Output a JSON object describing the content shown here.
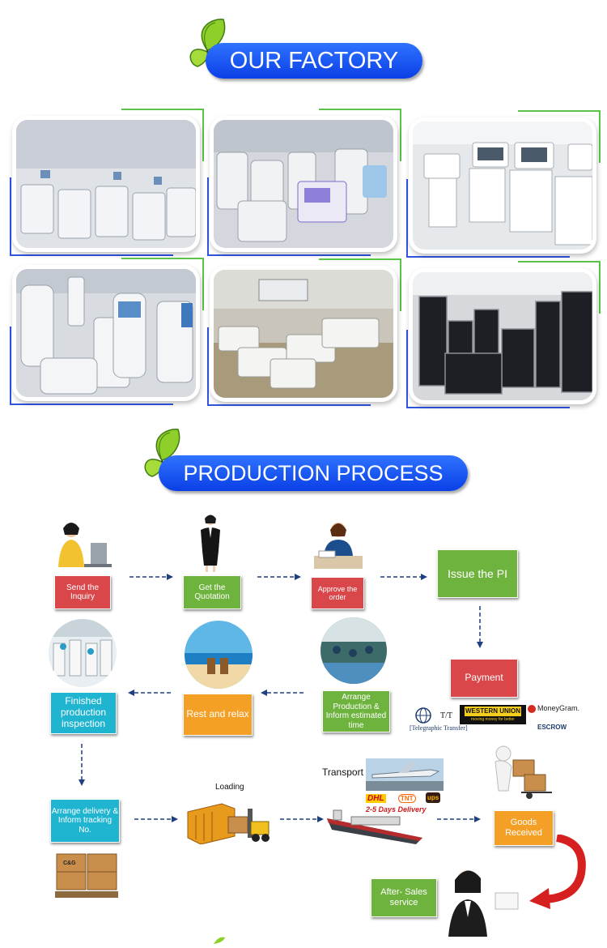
{
  "factory": {
    "title": "OUR FACTORY"
  },
  "process": {
    "title": "PRODUCTION PROCESS",
    "steps": {
      "send_inquiry": "Send the Inquiry",
      "get_quotation": "Get the Quotation",
      "approve_order": "Approve the order",
      "issue_pi": "Issue the PI",
      "payment": "Payment",
      "arrange_production": "Arrange Production & Inform estimated time",
      "rest_relax": "Rest and relax",
      "finished_inspection": "Finished production inspection",
      "arrange_delivery": "Arrange delivery & Inform tracking No.",
      "goods_received": "Goods Received",
      "after_sales": "After- Sales service"
    },
    "labels": {
      "loading": "Loading",
      "transport": "Transport",
      "delivery_days": "2-5 Days Delivery",
      "tt_short": "T/T",
      "tt_long": "[Telegraphic Transfer]",
      "western_union": "WESTERN UNION",
      "western_union_tag": "moving money for better",
      "moneygram": "MoneyGram.",
      "escrow": "ESCROW",
      "dhl": "DHL",
      "tnt": "TNT",
      "ups": "ups",
      "carton_mark": "C&G"
    }
  },
  "colors": {
    "red": "#d9474a",
    "green": "#6fb33f",
    "orange": "#f4a027",
    "cyan": "#1fb5d1",
    "header_blue": "#0a3fe6"
  }
}
